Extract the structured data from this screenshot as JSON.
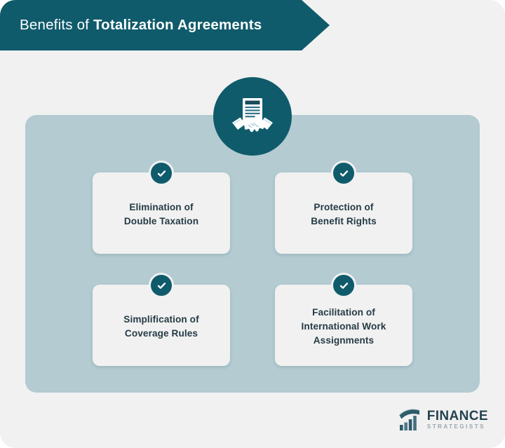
{
  "header": {
    "title_regular": "Benefits of ",
    "title_bold": "Totalization Agreements"
  },
  "hero": {
    "icon_name": "document-handshake-icon",
    "circle_color": "#0f5b6b"
  },
  "panel": {
    "background_color": "#b3cbd1"
  },
  "cards": [
    {
      "label": "Elimination of\nDouble Taxation",
      "line1": "Elimination of",
      "line2": "Double Taxation",
      "line3": "",
      "badge_icon": "check-icon"
    },
    {
      "label": "Protection of\nBenefit Rights",
      "line1": "Protection of",
      "line2": "Benefit Rights",
      "line3": "",
      "badge_icon": "check-icon"
    },
    {
      "label": "Simplification of\nCoverage Rules",
      "line1": "Simplification of",
      "line2": "Coverage Rules",
      "line3": "",
      "badge_icon": "check-icon"
    },
    {
      "label": "Facilitation of\nInternational Work\nAssignments",
      "line1": "Facilitation of",
      "line2": "International Work",
      "line3": "Assignments",
      "badge_icon": "check-icon"
    }
  ],
  "footer": {
    "logo_mark_name": "finance-strategists-mark",
    "logo_primary": "FINANCE",
    "logo_secondary": "STRATEGISTS"
  },
  "colors": {
    "brand_teal": "#0f5b6b",
    "panel_blue": "#b3cbd1",
    "card_gray": "#f1f1f1",
    "page_gray": "#f1f1f2",
    "text_dark": "#253b45"
  }
}
